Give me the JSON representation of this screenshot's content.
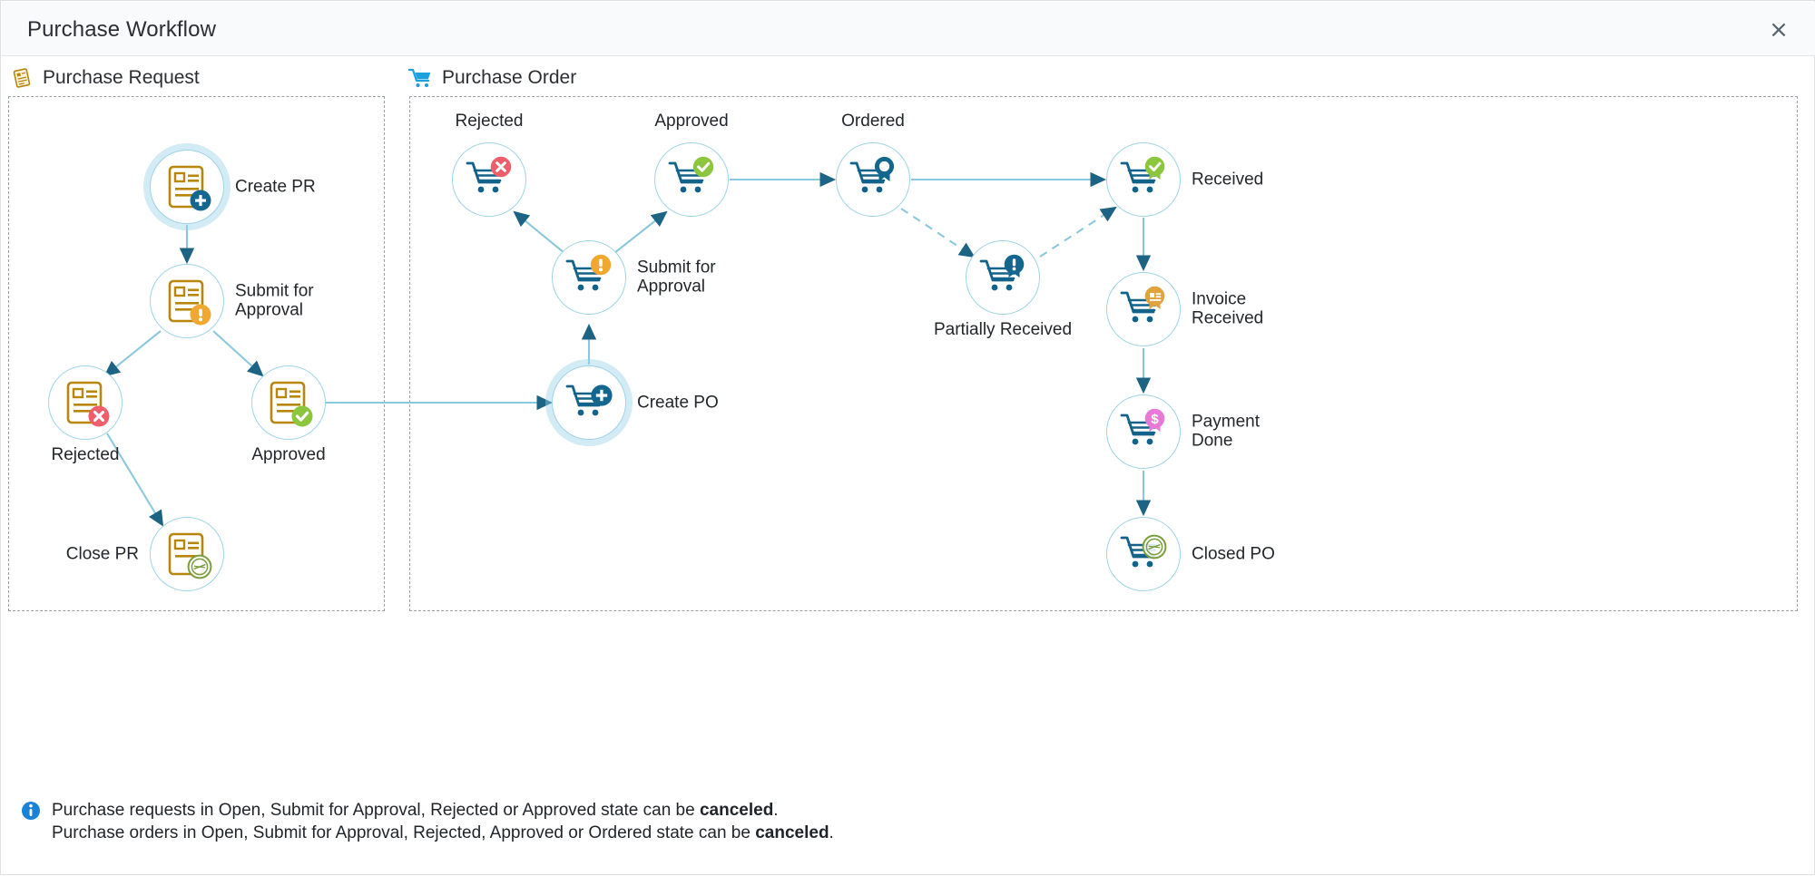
{
  "window": {
    "title": "Purchase Workflow",
    "close_label": "×",
    "close_icon": "close-icon"
  },
  "sections": [
    {
      "id": "purchase-request",
      "label": "Purchase Request",
      "icon": "document-list-icon"
    },
    {
      "id": "purchase-order",
      "label": "Purchase Order",
      "icon": "shopping-cart-icon"
    }
  ],
  "diagram": {
    "purchase_request": {
      "nodes": [
        {
          "id": "create-pr",
          "label": "Create PR",
          "badge": "plus",
          "badge_color": "#13678f",
          "icon": "document-icon",
          "highlighted": true
        },
        {
          "id": "pr-submit-approval",
          "label": "Submit for\nApproval",
          "badge": "warning",
          "badge_color": "#f0a830",
          "icon": "document-icon",
          "highlighted": false
        },
        {
          "id": "pr-rejected",
          "label": "Rejected",
          "badge": "cross",
          "badge_color": "#ee5f6b",
          "icon": "document-icon",
          "highlighted": false
        },
        {
          "id": "pr-approved",
          "label": "Approved",
          "badge": "check",
          "badge_color": "#8cc63f",
          "icon": "document-icon",
          "highlighted": false
        },
        {
          "id": "close-pr",
          "label": "Close PR",
          "badge": "stamp",
          "badge_color": "#7a9e3f",
          "icon": "document-icon",
          "highlighted": false
        }
      ]
    },
    "purchase_order": {
      "nodes": [
        {
          "id": "po-rejected",
          "label": "Rejected",
          "badge": "cross",
          "badge_color": "#ee5f6b",
          "icon": "cart-icon",
          "highlighted": false
        },
        {
          "id": "po-approved",
          "label": "Approved",
          "badge": "check",
          "badge_color": "#8cc63f",
          "icon": "cart-icon",
          "highlighted": false
        },
        {
          "id": "po-ordered",
          "label": "Ordered",
          "badge": "ribbon",
          "badge_color": "#13678f",
          "icon": "cart-icon",
          "highlighted": false
        },
        {
          "id": "po-received",
          "label": "Received",
          "badge": "ribbon-check",
          "badge_color": "#8cc63f",
          "icon": "cart-icon",
          "highlighted": false
        },
        {
          "id": "po-submit-approval",
          "label": "Submit for\nApproval",
          "badge": "warning",
          "badge_color": "#f0a830",
          "icon": "cart-icon",
          "highlighted": false
        },
        {
          "id": "po-partially-received",
          "label": "Partially Received",
          "badge": "ribbon-warn",
          "badge_color": "#13678f",
          "icon": "cart-icon",
          "highlighted": false
        },
        {
          "id": "po-invoice-received",
          "label": "Invoice\nReceived",
          "badge": "ribbon-doc",
          "badge_color": "#e0a33e",
          "icon": "cart-icon",
          "highlighted": false
        },
        {
          "id": "create-po",
          "label": "Create PO",
          "badge": "plus",
          "badge_color": "#13678f",
          "icon": "cart-icon",
          "highlighted": true
        },
        {
          "id": "po-payment-done",
          "label": "Payment\nDone",
          "badge": "ribbon-dollar",
          "badge_color": "#e879d8",
          "icon": "cart-icon",
          "highlighted": false
        },
        {
          "id": "po-closed",
          "label": "Closed PO",
          "badge": "stamp",
          "badge_color": "#7a9e3f",
          "icon": "cart-icon",
          "highlighted": false
        }
      ]
    }
  },
  "footer": {
    "icon": "info-icon",
    "line1_a": "Purchase requests in Open, Submit for Approval, Rejected or Approved state can be ",
    "line1_b": "canceled",
    "line1_c": ".",
    "line2_a": "Purchase orders in Open, Submit for Approval, Rejected, Approved or Ordered state can be ",
    "line2_b": "canceled",
    "line2_c": "."
  },
  "colors": {
    "node_stroke": "#9ed3e6",
    "edge": "#8cc8dd",
    "arrowhead": "#1c6384",
    "doc_icon": "#b8860b",
    "cart_icon": "#12628a",
    "panel_dash": "#9aa0a6",
    "titlebar_bg": "#f9fafb"
  }
}
